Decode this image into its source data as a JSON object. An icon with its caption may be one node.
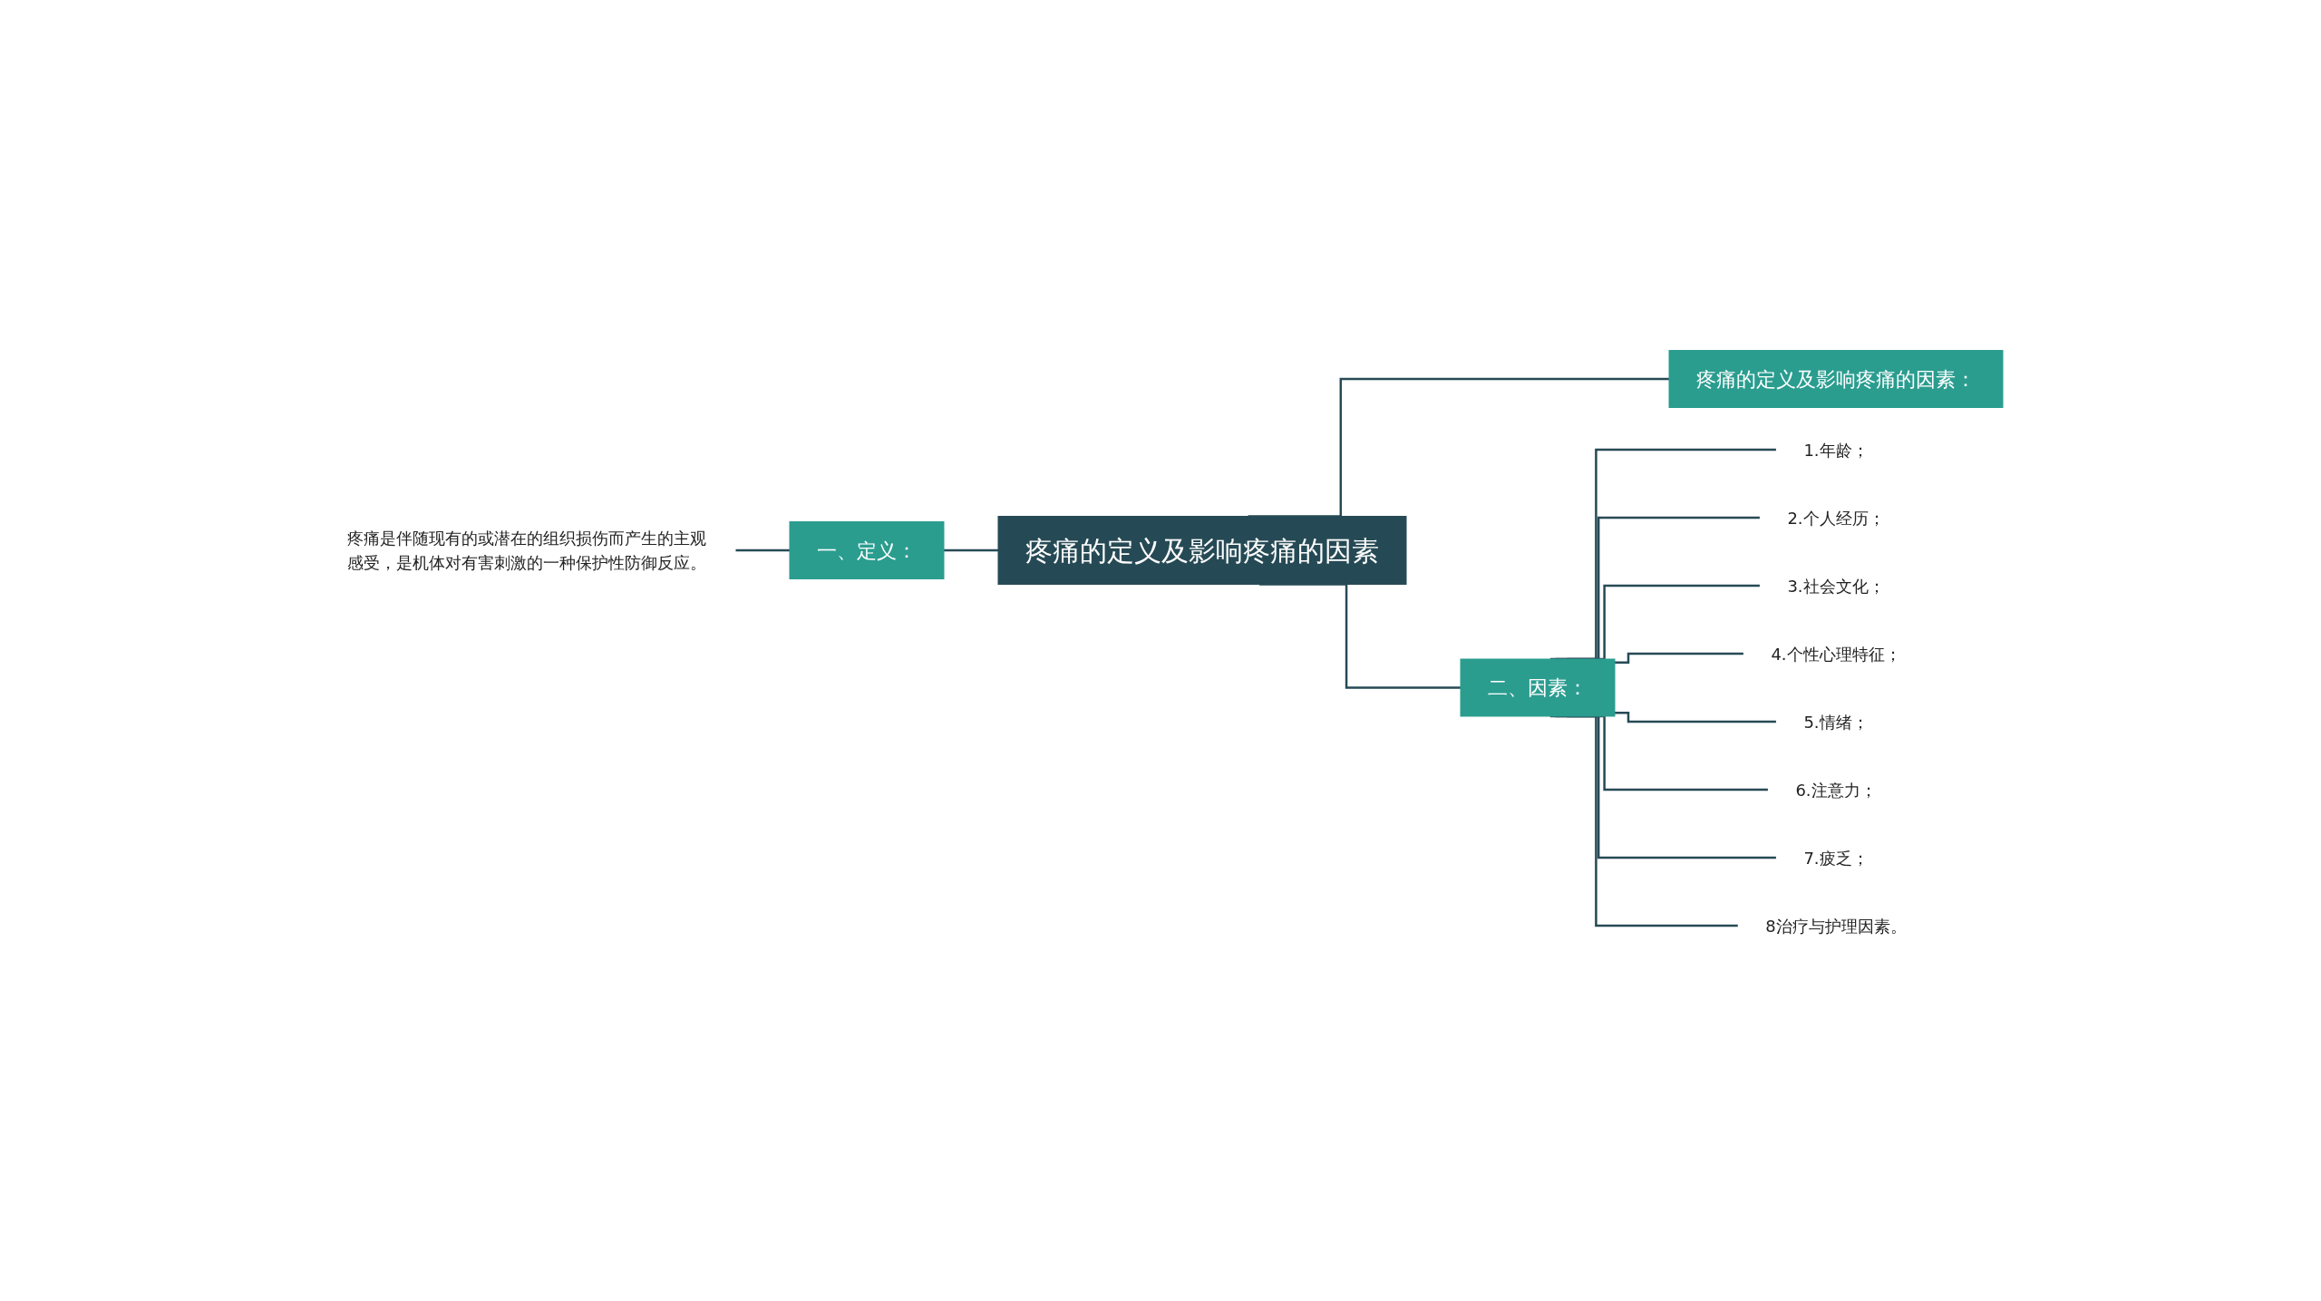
{
  "diagram": {
    "nodes": [
      {
        "text": [
          "疼痛的定义及影响疼痛的因素"
        ]
      },
      {
        "text": [
          "一、定义："
        ]
      },
      {
        "text": [
          "疼痛是伴随现有的或潜在的组织损伤而产生的主观感受，是机体对有害刺激的一种保护性防御反应。"
        ]
      },
      {
        "text": [
          "疼痛的定义及影响疼痛的因素："
        ]
      },
      {
        "text": [
          "二、因素："
        ]
      },
      {
        "text": [
          "1.年龄；"
        ]
      },
      {
        "text": [
          "2.个人经历；"
        ]
      },
      {
        "text": [
          "3.社会文化；"
        ]
      },
      {
        "text": [
          "4.个性心理特征；"
        ]
      },
      {
        "text": [
          "5.情绪；"
        ]
      },
      {
        "text": [
          "6.注意力；"
        ]
      },
      {
        "text": [
          "7.疲乏；"
        ]
      },
      {
        "text": [
          "8治疗与护理因素。"
        ]
      }
    ],
    "edges": [
      {
        "from": 0,
        "to": 1,
        "arrow": "none"
      },
      {
        "from": 1,
        "to": 2,
        "arrow": "none"
      },
      {
        "from": 0,
        "to": 3,
        "arrow": "none"
      },
      {
        "from": 0,
        "to": 4,
        "arrow": "none"
      },
      {
        "from": 4,
        "to": 5,
        "arrow": "none"
      },
      {
        "from": 4,
        "to": 6,
        "arrow": "none"
      },
      {
        "from": 4,
        "to": 7,
        "arrow": "none"
      },
      {
        "from": 4,
        "to": 8,
        "arrow": "none"
      },
      {
        "from": 4,
        "to": 9,
        "arrow": "none"
      },
      {
        "from": 4,
        "to": 10,
        "arrow": "none"
      },
      {
        "from": 4,
        "to": 11,
        "arrow": "none"
      },
      {
        "from": 4,
        "to": 12,
        "arrow": "none"
      }
    ]
  }
}
